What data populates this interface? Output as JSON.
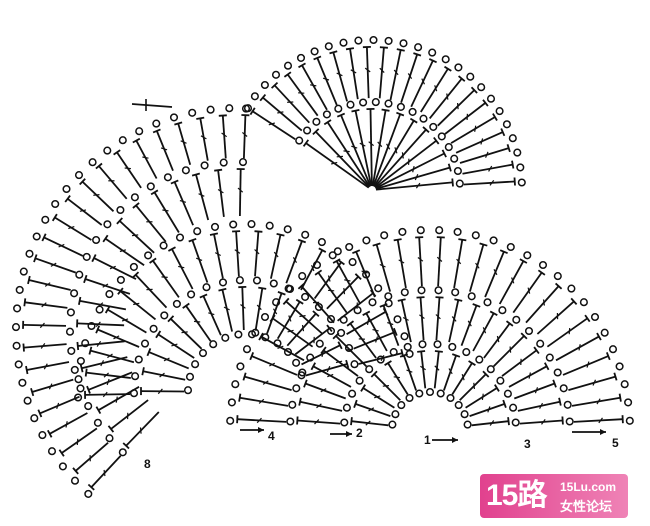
{
  "diagram": {
    "row_labels": [
      "1",
      "2",
      "3",
      "4",
      "5",
      "8"
    ],
    "colors": {
      "ink": "#111111",
      "paper": "#ffffff"
    },
    "symbols": [
      "chain-stitch-oval",
      "double-crochet-post",
      "slip-stitch"
    ]
  },
  "watermark": {
    "brand": "15路",
    "domain": "15Lu.com",
    "tagline": "女性论坛",
    "colors": {
      "from": "#e1418e",
      "to": "#ef83b6"
    }
  }
}
